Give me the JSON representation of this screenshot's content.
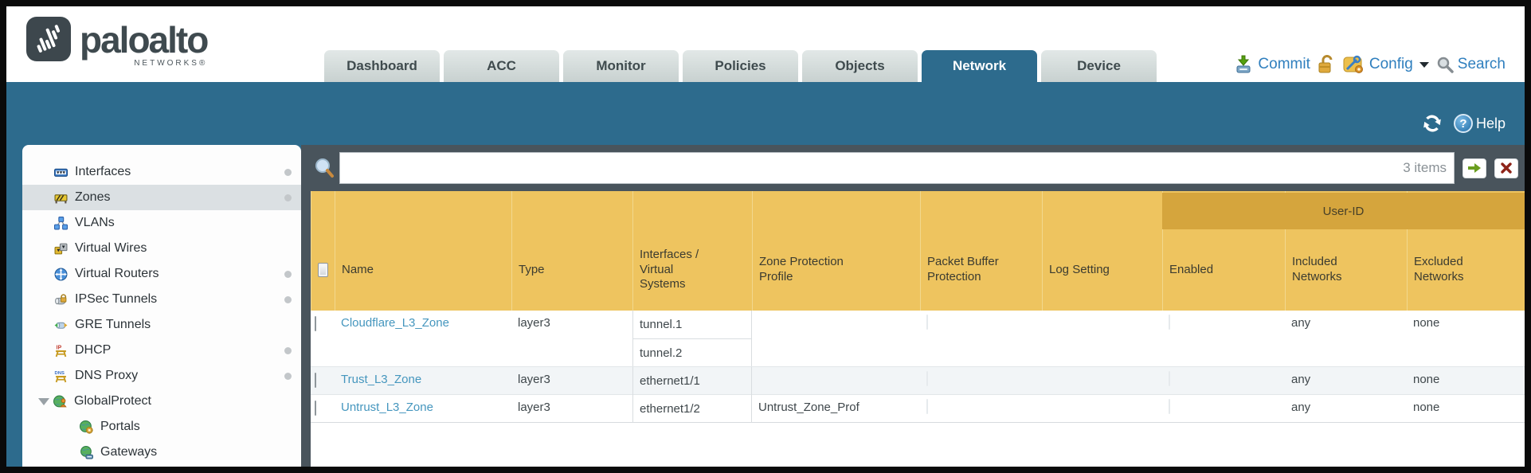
{
  "brand": {
    "logo_text": "paloalto",
    "logo_sub": "NETWORKS®"
  },
  "nav": {
    "tabs": [
      {
        "label": "Dashboard",
        "active": false
      },
      {
        "label": "ACC",
        "active": false
      },
      {
        "label": "Monitor",
        "active": false
      },
      {
        "label": "Policies",
        "active": false
      },
      {
        "label": "Objects",
        "active": false
      },
      {
        "label": "Network",
        "active": true
      },
      {
        "label": "Device",
        "active": false
      }
    ]
  },
  "utility": {
    "commit_label": "Commit",
    "config_label": "Config",
    "search_label": "Search"
  },
  "band": {
    "help_label": "Help"
  },
  "sidebar": {
    "items": [
      {
        "label": "Interfaces",
        "has_dot": true,
        "selected": false
      },
      {
        "label": "Zones",
        "has_dot": true,
        "selected": true
      },
      {
        "label": "VLANs",
        "has_dot": false,
        "selected": false
      },
      {
        "label": "Virtual Wires",
        "has_dot": false,
        "selected": false
      },
      {
        "label": "Virtual Routers",
        "has_dot": true,
        "selected": false
      },
      {
        "label": "IPSec Tunnels",
        "has_dot": true,
        "selected": false
      },
      {
        "label": "GRE Tunnels",
        "has_dot": false,
        "selected": false
      },
      {
        "label": "DHCP",
        "has_dot": true,
        "selected": false
      },
      {
        "label": "DNS Proxy",
        "has_dot": true,
        "selected": false
      },
      {
        "label": "GlobalProtect",
        "has_dot": false,
        "selected": false,
        "expanded": true
      },
      {
        "label": "Portals",
        "has_dot": false,
        "selected": false,
        "indent": true
      },
      {
        "label": "Gateways",
        "has_dot": false,
        "selected": false,
        "indent": true
      }
    ]
  },
  "toolbar": {
    "filter_value": "",
    "items_count": "3 items"
  },
  "table": {
    "group_header": "User-ID",
    "columns": [
      "Name",
      "Type",
      "Interfaces / Virtual Systems",
      "Zone Protection Profile",
      "Packet Buffer Protection",
      "Log Setting",
      "Enabled",
      "Included Networks",
      "Excluded Networks"
    ],
    "rows": [
      {
        "name": "Cloudflare_L3_Zone",
        "type": "layer3",
        "interfaces": [
          "tunnel.1",
          "tunnel.2"
        ],
        "zone_protection_profile": "",
        "log_setting": "",
        "included_networks": "any",
        "excluded_networks": "none"
      },
      {
        "name": "Trust_L3_Zone",
        "type": "layer3",
        "interfaces": [
          "ethernet1/1"
        ],
        "zone_protection_profile": "",
        "log_setting": "",
        "included_networks": "any",
        "excluded_networks": "none"
      },
      {
        "name": "Untrust_L3_Zone",
        "type": "layer3",
        "interfaces": [
          "ethernet1/2"
        ],
        "zone_protection_profile": "Untrust_Zone_Prof",
        "log_setting": "",
        "included_networks": "any",
        "excluded_networks": "none"
      }
    ]
  },
  "colors": {
    "accent_teal": "#2d6b8d",
    "table_header_orange": "#eec45f",
    "user_id_band": "#d5a53d",
    "link_blue": "#4596be",
    "utility_blue": "#2f7fbe",
    "dark_slate": "#49545c",
    "selected_nav_bg": "#dbe0e3"
  }
}
